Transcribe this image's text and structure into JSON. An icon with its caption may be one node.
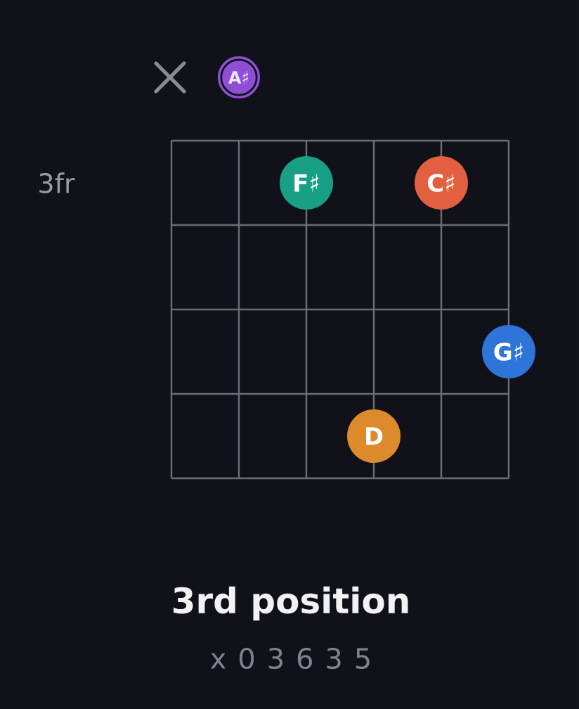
{
  "diagram": {
    "title": "3rd position",
    "nodes": [
      {
        "text": [
          "A♯"
        ]
      },
      {
        "text": [
          "F♯"
        ]
      },
      {
        "text": [
          "C♯"
        ]
      },
      {
        "text": [
          "G♯"
        ]
      },
      {
        "text": [
          "D"
        ]
      }
    ],
    "labels": [
      "3fr",
      "x 0 3 6 3 5"
    ]
  }
}
